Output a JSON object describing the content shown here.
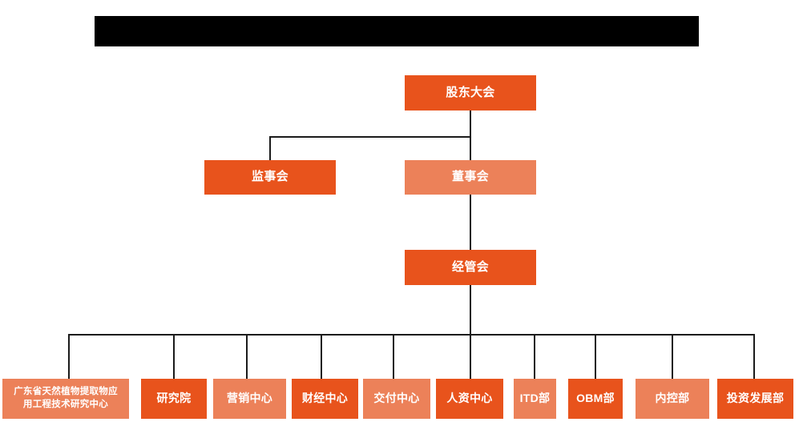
{
  "chart_title_banner": {
    "name": "redacted-title-banner",
    "color": "#000000",
    "text": ""
  },
  "colors": {
    "dark_orange": "#E8531C",
    "light_orange": "#EC8159",
    "connector": "#1b1b1b",
    "background": "#ffffff",
    "text": "#ffffff"
  },
  "org_chart": {
    "type": "organization-chart",
    "levels": [
      {
        "level": 1,
        "nodes": [
          {
            "id": "shareholders-meeting",
            "label": "股东大会",
            "tone": "dark"
          }
        ]
      },
      {
        "level": 2,
        "nodes": [
          {
            "id": "board-of-supervisors",
            "label": "监事会",
            "tone": "dark"
          },
          {
            "id": "board-of-directors",
            "label": "董事会",
            "tone": "light"
          }
        ]
      },
      {
        "level": 3,
        "nodes": [
          {
            "id": "management-committee",
            "label": "经管会",
            "tone": "dark"
          }
        ]
      },
      {
        "level": 4,
        "nodes": [
          {
            "id": "guangdong-research-center",
            "label": "广东省天然植物提取物应\n用工程技术研究中心",
            "tone": "light"
          },
          {
            "id": "research-institute",
            "label": "研究院",
            "tone": "dark"
          },
          {
            "id": "marketing-center",
            "label": "营销中心",
            "tone": "light"
          },
          {
            "id": "finance-center",
            "label": "财经中心",
            "tone": "dark"
          },
          {
            "id": "delivery-center",
            "label": "交付中心",
            "tone": "light"
          },
          {
            "id": "hr-center",
            "label": "人资中心",
            "tone": "dark"
          },
          {
            "id": "itd-department",
            "label": "ITD部",
            "tone": "light"
          },
          {
            "id": "obm-department",
            "label": "OBM部",
            "tone": "dark"
          },
          {
            "id": "internal-control-department",
            "label": "内控部",
            "tone": "light"
          },
          {
            "id": "investment-development-department",
            "label": "投资发展部",
            "tone": "dark"
          }
        ]
      }
    ]
  }
}
